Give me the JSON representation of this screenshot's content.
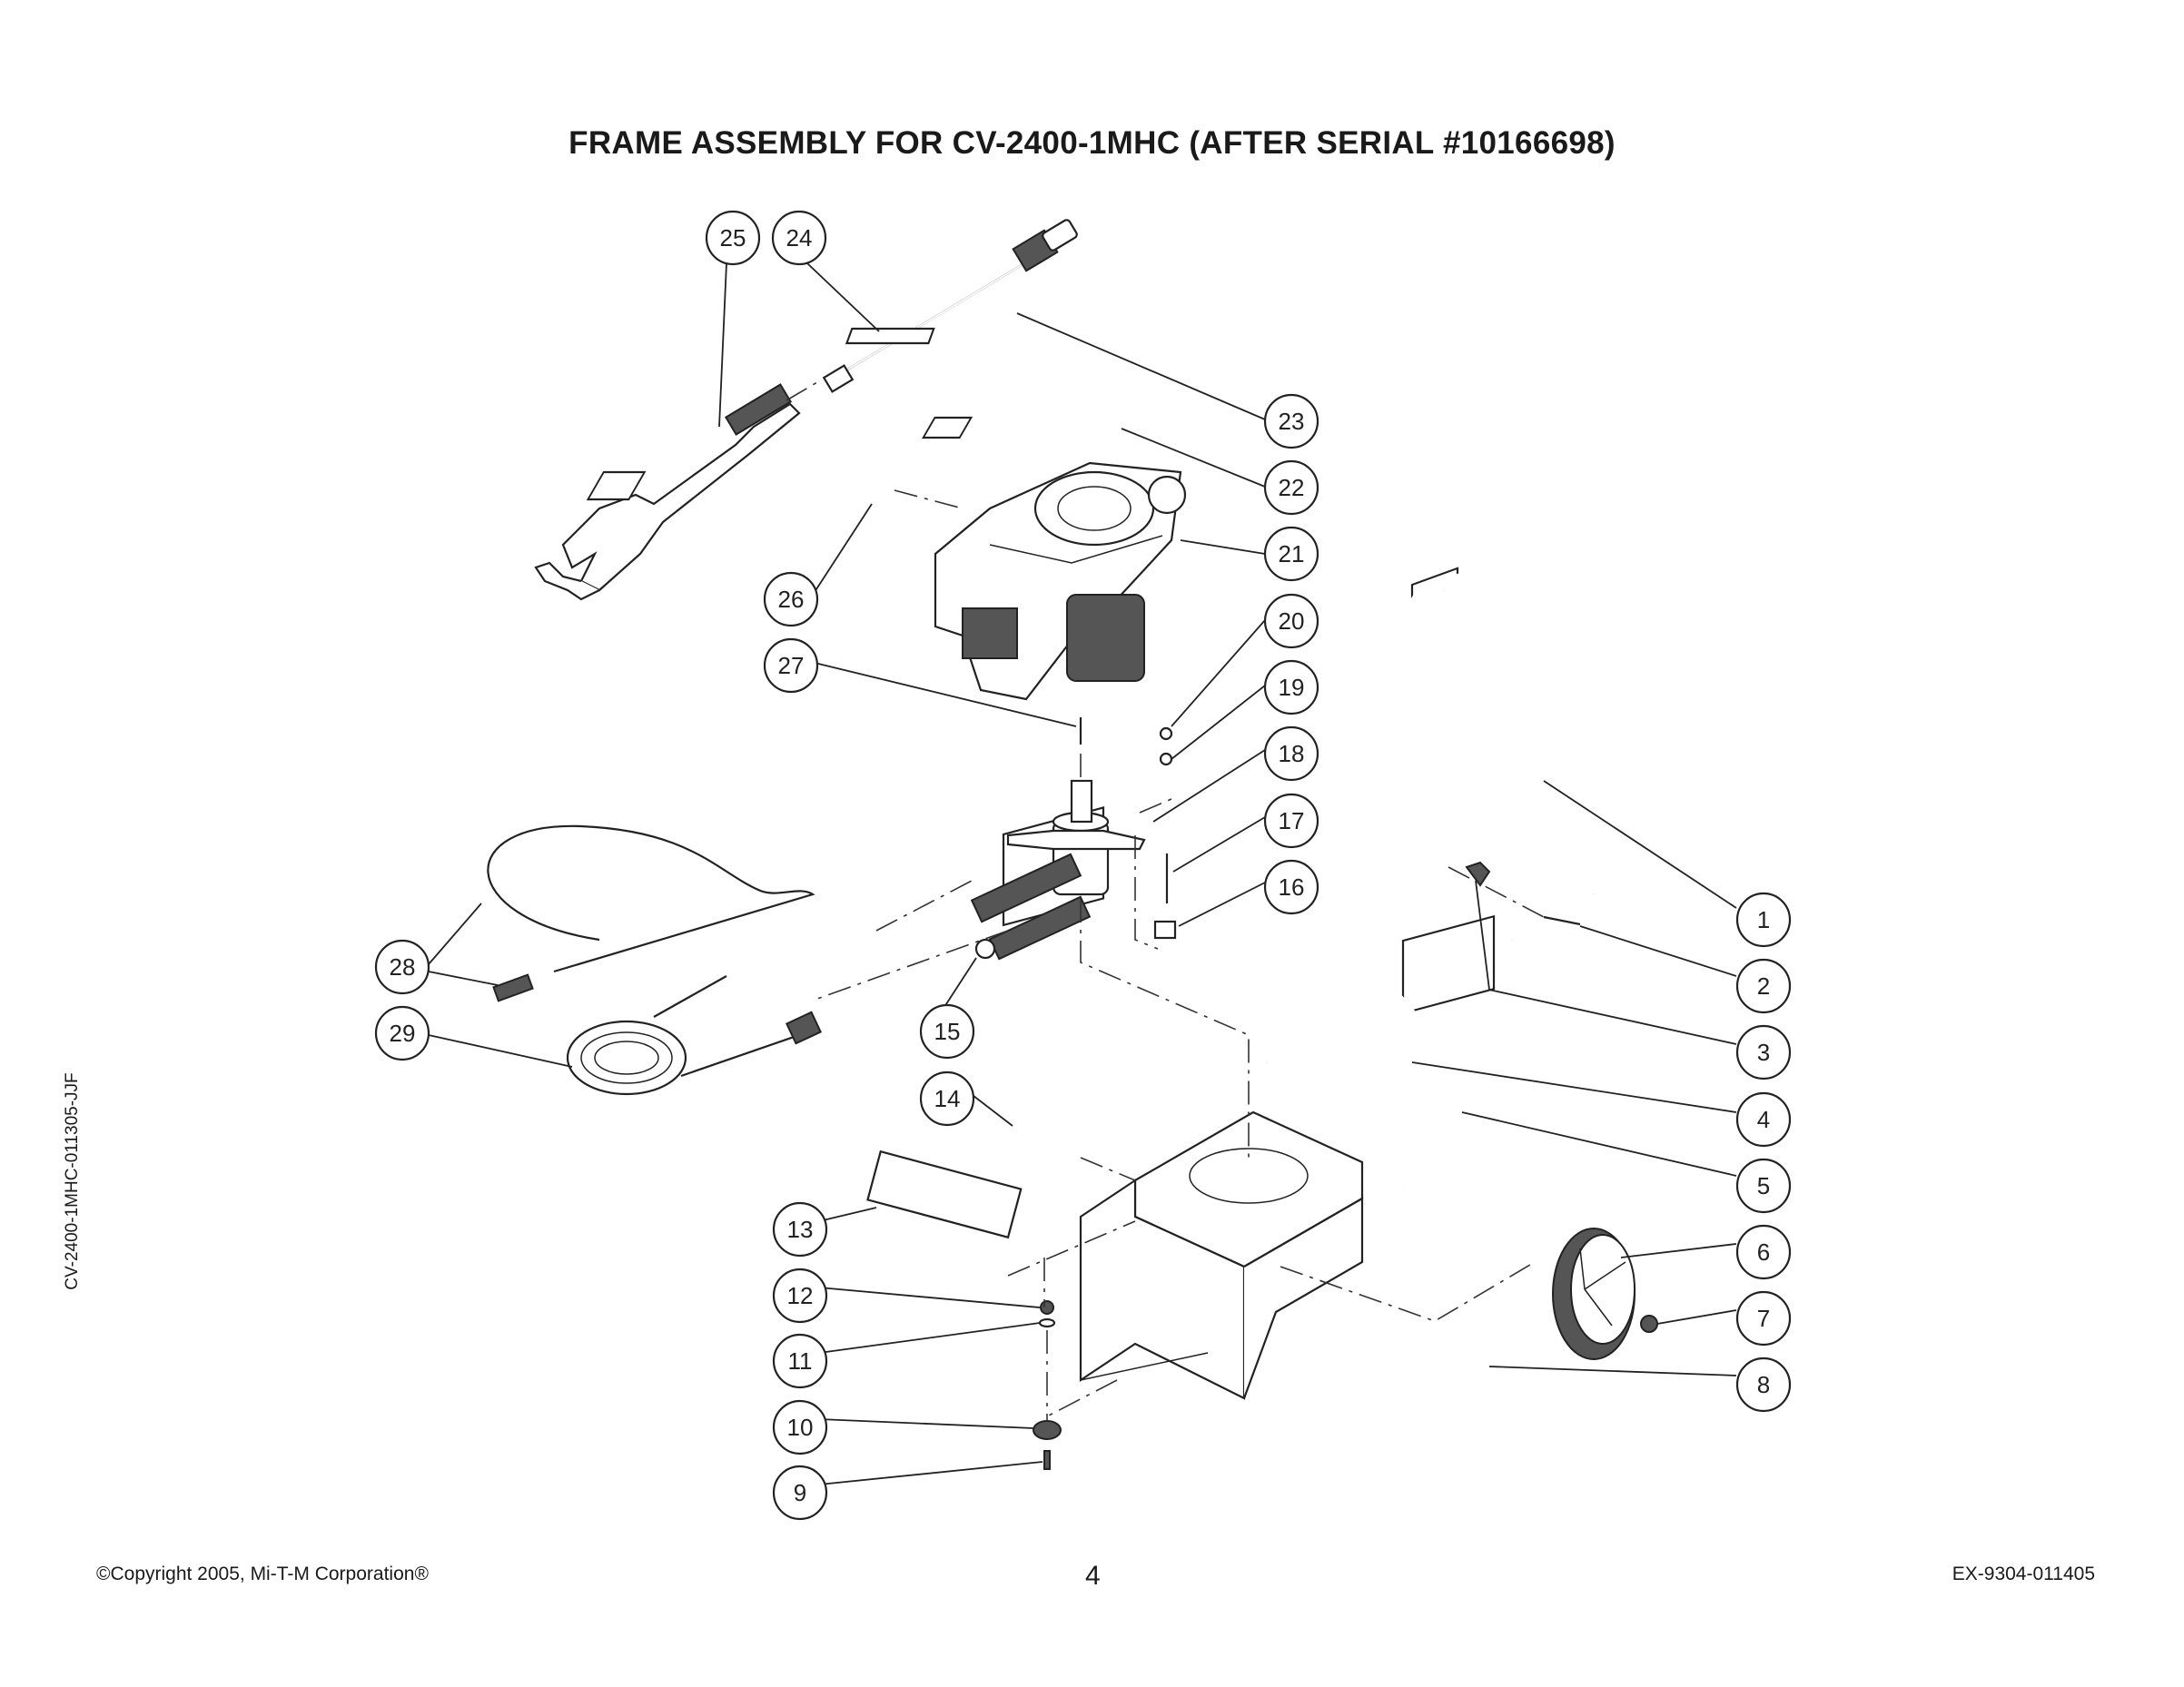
{
  "page": {
    "title": "FRAME ASSEMBLY FOR CV-2400-1MHC (AFTER SERIAL #10166698)",
    "side_code": "CV-2400-1MHC-011305-JJF",
    "copyright": "©Copyright 2005, Mi-T-M Corporation®",
    "page_number": "4",
    "doc_code": "EX-9304-011405"
  },
  "callouts": [
    "1",
    "2",
    "3",
    "4",
    "5",
    "6",
    "7",
    "8",
    "9",
    "10",
    "11",
    "12",
    "13",
    "14",
    "15",
    "16",
    "17",
    "18",
    "19",
    "20",
    "21",
    "22",
    "23",
    "24",
    "25",
    "26",
    "27",
    "28",
    "29"
  ]
}
